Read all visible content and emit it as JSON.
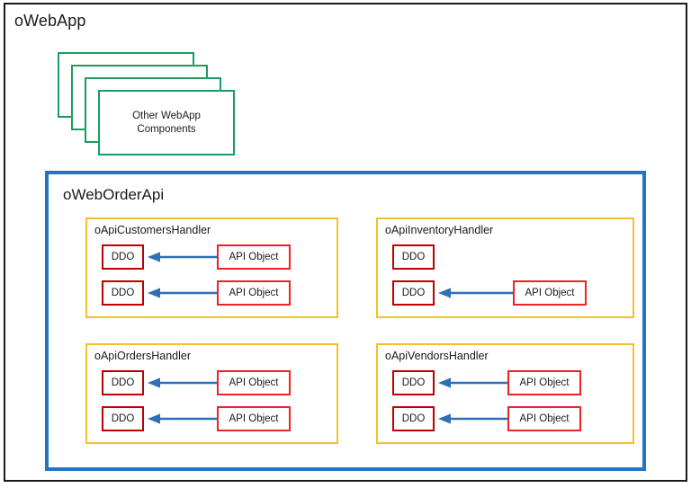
{
  "app": {
    "title": "oWebApp",
    "border_color": "#1a1a1a"
  },
  "component_stack": {
    "name": "other-webapp-components",
    "label": "Other WebApp\nComponents",
    "card_count": 4,
    "border_color": "#1a9e5c"
  },
  "api_container": {
    "title": "oWebOrderApi",
    "border_color": "#1f77c4"
  },
  "colors": {
    "handler_border": "#f3c12c",
    "ddo_border": "#c00000",
    "api_object_border": "#ee2222",
    "arrow": "#2e6fb7",
    "text": "#1a1a1a"
  },
  "labels": {
    "ddo": "DDO",
    "api_object": "API Object"
  },
  "handlers": [
    {
      "id": "customers",
      "title": "oApiCustomersHandler",
      "column": "left",
      "rows": [
        {
          "ddo": "DDO",
          "api_object": "API Object",
          "has_arrow": true,
          "gap": "near"
        },
        {
          "ddo": "DDO",
          "api_object": "API Object",
          "has_arrow": true,
          "gap": "near"
        }
      ]
    },
    {
      "id": "inventory",
      "title": "oApiInventoryHandler",
      "column": "right",
      "rows": [
        {
          "ddo": "DDO",
          "api_object": null,
          "has_arrow": false,
          "gap": "none"
        },
        {
          "ddo": "DDO",
          "api_object": "API Object",
          "has_arrow": true,
          "gap": "far"
        }
      ]
    },
    {
      "id": "orders",
      "title": "oApiOrdersHandler",
      "column": "left",
      "rows": [
        {
          "ddo": "DDO",
          "api_object": "API Object",
          "has_arrow": true,
          "gap": "near"
        },
        {
          "ddo": "DDO",
          "api_object": "API Object",
          "has_arrow": true,
          "gap": "near"
        }
      ]
    },
    {
      "id": "vendors",
      "title": "oApiVendorsHandler",
      "column": "right",
      "rows": [
        {
          "ddo": "DDO",
          "api_object": "API Object",
          "has_arrow": true,
          "gap": "near"
        },
        {
          "ddo": "DDO",
          "api_object": "API Object",
          "has_arrow": true,
          "gap": "near"
        }
      ]
    }
  ]
}
